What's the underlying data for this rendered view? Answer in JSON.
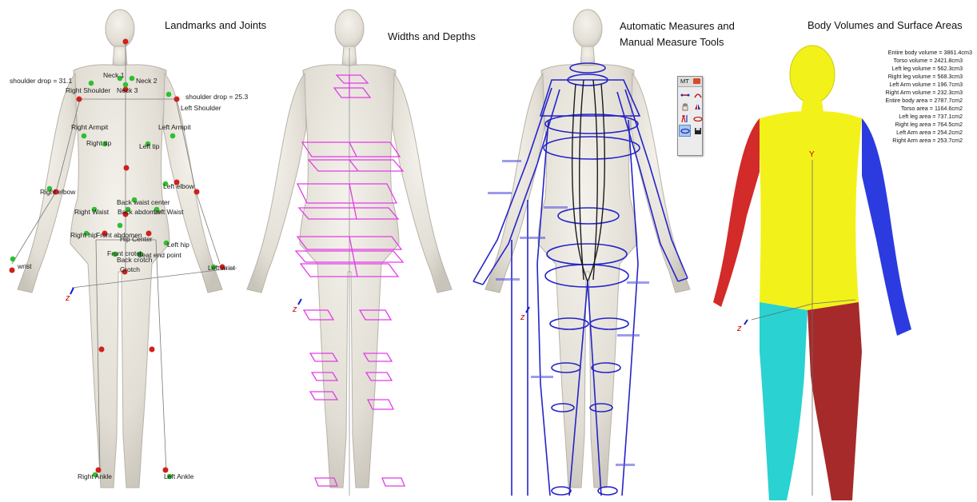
{
  "panels": [
    {
      "title": "Landmarks and Joints"
    },
    {
      "title": "Widths and Depths"
    },
    {
      "title_line1": "Automatic Measures and",
      "title_line2": "Manual Measure Tools"
    },
    {
      "title": "Body Volumes and Surface Areas"
    }
  ],
  "landmarks": {
    "shoulder_drop_right": "shoulder drop = 31.1",
    "shoulder_drop_left": "shoulder drop = 25.3",
    "neck_1": "Neck 1",
    "neck_2": "Neck 2",
    "neck_3": "Neck 3",
    "right_shoulder": "Right Shoulder",
    "left_shoulder": "Left Shoulder",
    "right_armpit": "Right Armpit",
    "left_armpit": "Left Armpit",
    "right_tip": "Right tip",
    "left_tip": "Left tip",
    "right_elbow": "Right elbow",
    "left_elbow": "Left elbow",
    "back_waist_center": "Back waist center",
    "back_abdomen": "Back abdomen",
    "right_waist": "Right Waist",
    "left_waist": "Left Waist",
    "front_abdomen": "Front abdomen",
    "right_hip": "Right hip",
    "hip_center": "Hip Center",
    "left_hip": "Left hip",
    "front_crotch": "Front crotch",
    "back_crotch": "Back crotch",
    "seat_end_point": "Seat end point",
    "crotch": "Crotch",
    "right_wrist": "wrist",
    "left_wrist": "Left wrist",
    "right_ankle": "Right Ankle",
    "left_ankle": "Left Ankle"
  },
  "axis_label": "z",
  "axis_label_y": "Y",
  "measure_tool": {
    "title": "MT",
    "tools": [
      "ruler-tool",
      "arc-tool",
      "hand-tool",
      "flip-tool",
      "figure-tool",
      "ellipse-tool",
      "slice-tool",
      "save-tool"
    ]
  },
  "volumes": [
    "Entire body volume = 3861.4cm3",
    "Torso volume = 2421.8cm3",
    "Left leg volume = 562.3cm3",
    "Right leg volume = 568.3cm3",
    "Left Arm volume = 196.7cm3",
    "Right Arm volume = 232.3cm3",
    "Entire body area = 2787.7cm2",
    "Torso area = 1164.6cm2",
    "Left leg area = 737.1cm2",
    "Right leg area = 764.5cm2",
    "Left Arm area = 254.2cm2",
    "Right Arm area = 253.7cm2"
  ],
  "colors": {
    "landmark_green": "#2fbf2f",
    "joint_red": "#d0201a",
    "width_depth_magenta": "#e23ce6",
    "measure_blue": "#2424c8",
    "torso_yellow": "#f2f21a",
    "right_arm_red": "#d32a2a",
    "left_arm_blue": "#2b3be0",
    "right_leg_cyan": "#2ad2d2",
    "left_leg_darkred": "#a62a2a",
    "skin": "#e6e2da"
  }
}
